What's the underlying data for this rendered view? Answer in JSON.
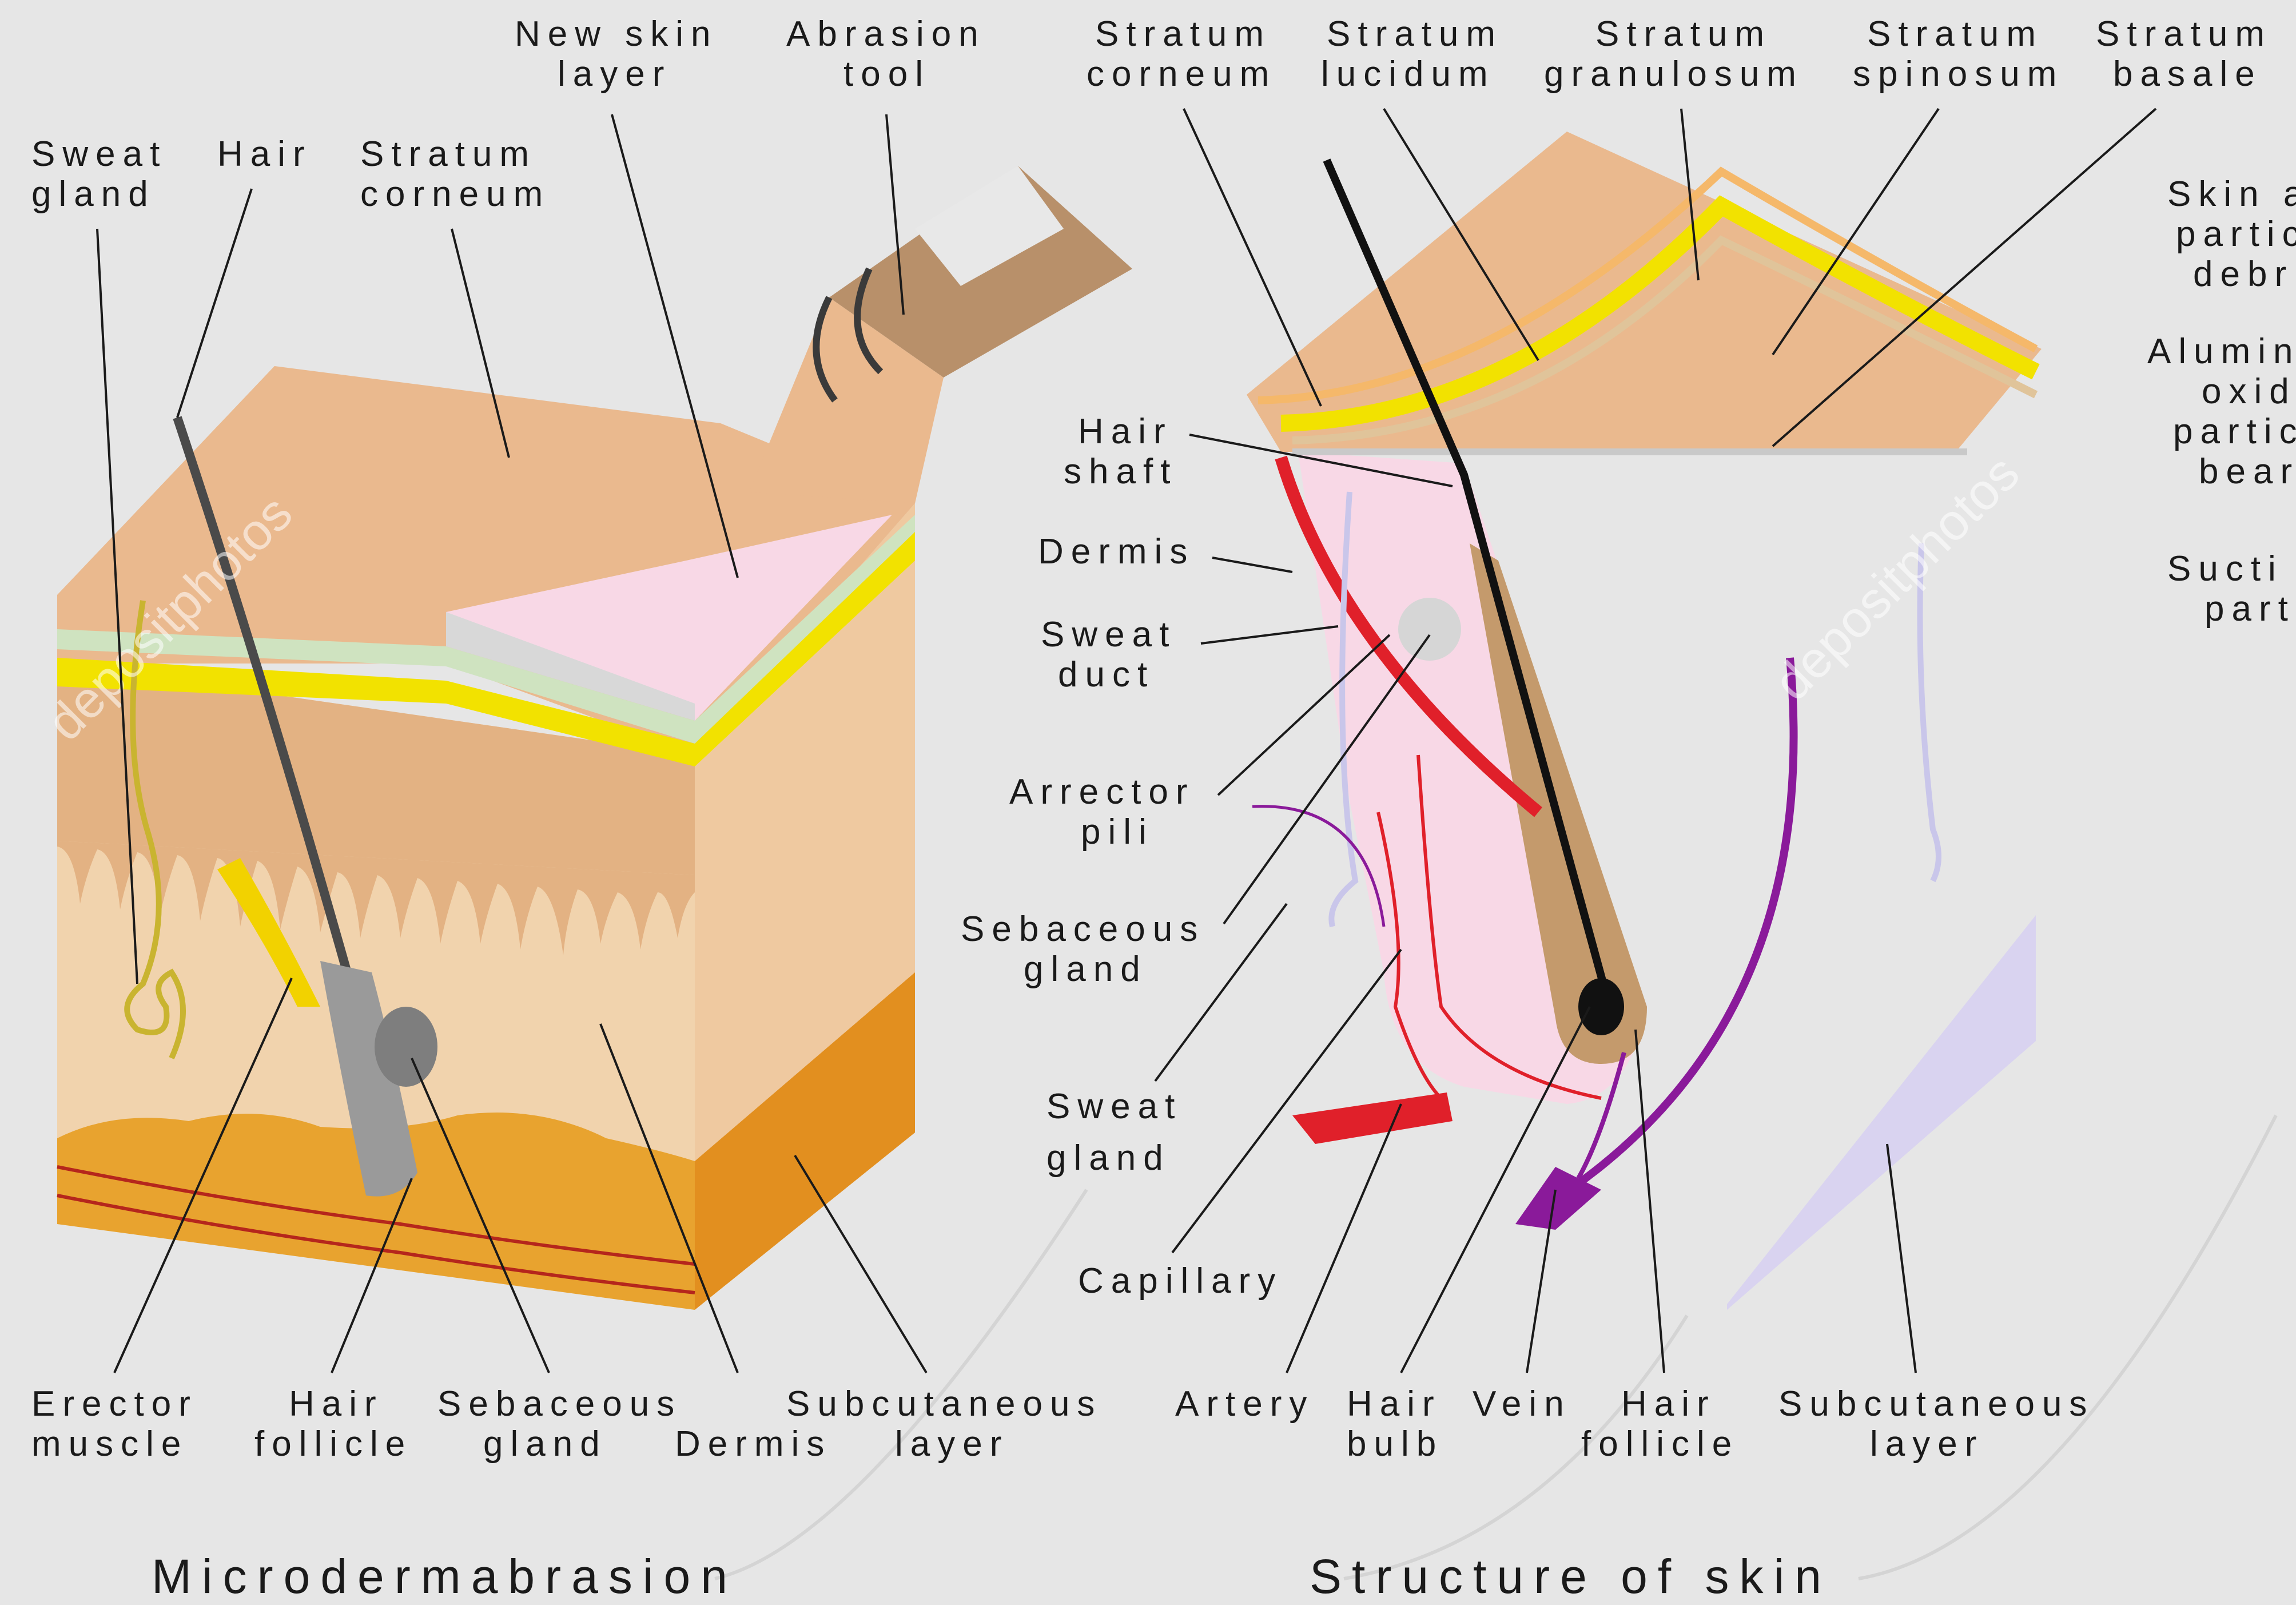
{
  "colors": {
    "background": "#e6e6e6",
    "skin_top": "#eab98e",
    "dermis": "#f2d2ad",
    "subcutaneous": "#e89a2a",
    "yellow_layer": "#f2e200",
    "pink_layer": "#f8d8e6",
    "artery": "#e0202a",
    "vein": "#8a1a9a",
    "hair": "#3a3a3a",
    "lymph_faded": "#c9c6ea"
  },
  "left_diagram": {
    "caption": "Microdermabrasion",
    "top_labels": {
      "sweat_gland": [
        "Sweat",
        "gland"
      ],
      "hair": [
        "Hair"
      ],
      "stratum_corneum": [
        "Stratum",
        "corneum"
      ],
      "new_skin_layer": [
        "New skin",
        "layer"
      ],
      "abrasion_tool": [
        "Abrasion",
        "tool"
      ]
    },
    "bottom_labels": {
      "erector_muscle": [
        "Erector",
        "muscle"
      ],
      "hair_follicle": [
        "Hair",
        "follicle"
      ],
      "sebaceous_gland": [
        "Sebaceous",
        "gland"
      ],
      "dermis": [
        "Dermis"
      ],
      "subcutaneous_layer": [
        "Subcutaneous",
        "layer"
      ]
    }
  },
  "right_diagram": {
    "caption": "Structure of skin",
    "top_labels": {
      "stratum_corneum": [
        "Stratum",
        "corneum"
      ],
      "stratum_lucidum": [
        "Stratum",
        "lucidum"
      ],
      "stratum_granulosum": [
        "Stratum",
        "granulosum"
      ],
      "stratum_spinosum": [
        "Stratum",
        "spinosum"
      ],
      "stratum_basale": [
        "Stratum",
        "basale"
      ]
    },
    "side_labels": {
      "hair_shaft": [
        "Hair",
        "shaft"
      ],
      "dermis": [
        "Dermis"
      ],
      "sweat_duct": [
        "Sweat",
        "duct"
      ],
      "arrector_pili": [
        "Arrector",
        "pili"
      ],
      "sebaceous_gland": [
        "Sebaceous",
        "gland"
      ],
      "sweat_gland": [
        "Sweat",
        "gland"
      ],
      "capillary": [
        "Capillary"
      ]
    },
    "bottom_labels": {
      "artery": [
        "Artery"
      ],
      "hair_bulb": [
        "Hair",
        "bulb"
      ],
      "vein": [
        "Vein"
      ],
      "hair_follicle": [
        "Hair",
        "follicle"
      ],
      "subcutaneous_layer": [
        "Subcutaneous",
        "layer"
      ]
    }
  },
  "cropped_right_labels": {
    "skin_particle_debris": [
      "Skin a",
      "partic",
      "debri"
    ],
    "aluminum_oxide": [
      "Alumin",
      "oxid",
      "partic",
      "bear"
    ],
    "suction": [
      "Sucti",
      "part"
    ]
  },
  "watermark": "depositphotos"
}
